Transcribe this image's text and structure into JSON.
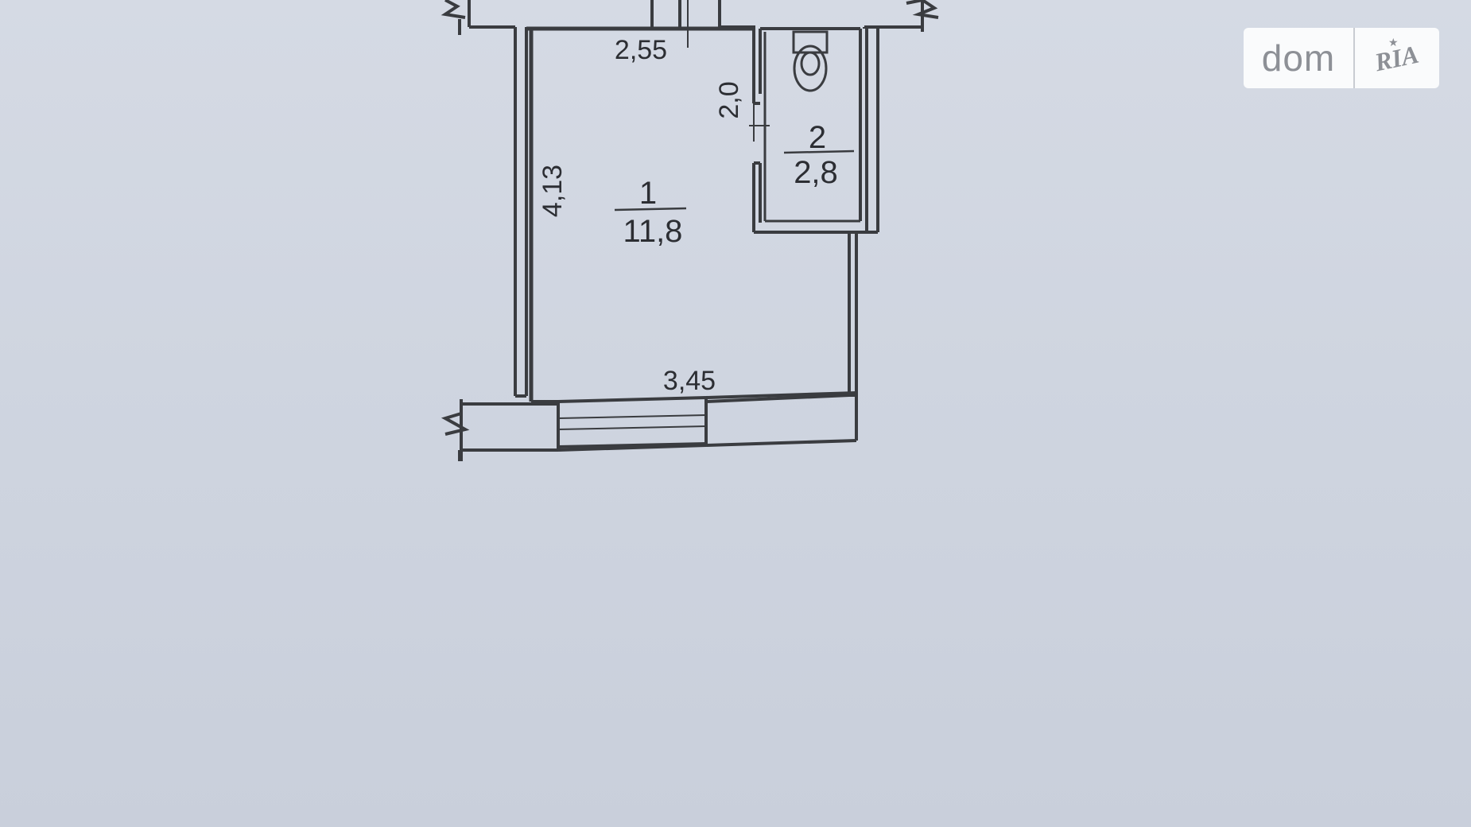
{
  "plan": {
    "rooms": [
      {
        "number": "1",
        "area": "11,8"
      },
      {
        "number": "2",
        "area": "2,8"
      }
    ],
    "dimensions": {
      "top_width": "2,55",
      "left_height": "4,13",
      "bathroom_height": "2,0",
      "bottom_width": "3,45"
    }
  },
  "watermark": {
    "left_text": "dom",
    "right_text": "RIA"
  },
  "colors": {
    "wall": "#3a3c40",
    "paper": "#d2d7e1"
  }
}
